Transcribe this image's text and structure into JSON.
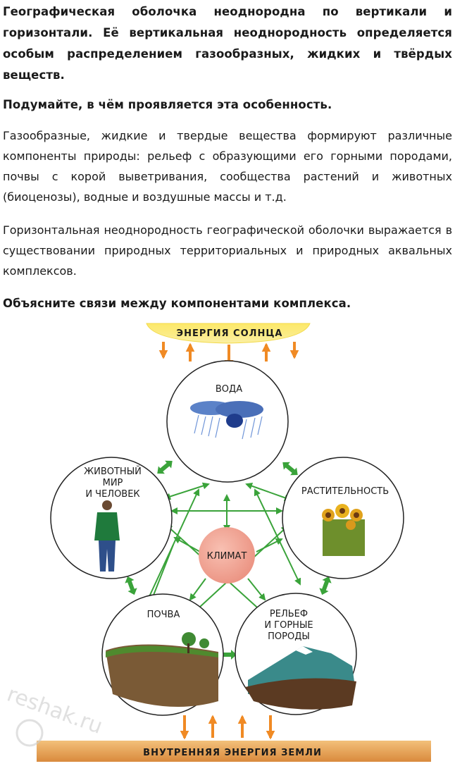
{
  "intro": "Географическая оболочка неоднородна по вертикали и горизонтали. Её вертикальная неоднородность определяется особым распределением газообразных, жидких и твёрдых веществ.",
  "question1": "Подумайте, в чём проявляется эта особенность.",
  "answer1": "Газообразные, жидкие и твердые вещества формируют различные компоненты природы: рельеф с образующими его горными породами, почвы с корой выветривания, сообщества растений и животных (биоценозы), водные и воздушные массы и т.д.",
  "answer2": "Горизонтальная неоднородность географической оболочки выражается в существовании природных территориальных и природных аквальных комплексов.",
  "question2": "Объясните связи между компонентами комплекса.",
  "diagram": {
    "sun_label": "ЭНЕРГИЯ СОЛНЦА",
    "earth_label": "ВНУТРЕННЯЯ ЭНЕРГИЯ ЗЕМЛИ",
    "water_label": "ВОДА",
    "animals_label_1": "ЖИВОТНЫЙ",
    "animals_label_2": "МИР",
    "animals_label_3": "И ЧЕЛОВЕК",
    "vegetation_label": "РАСТИТЕЛЬНОСТЬ",
    "climate_label": "КЛИМАТ",
    "soil_label": "ПОЧВА",
    "relief_label_1": "РЕЛЬЕФ",
    "relief_label_2": "И ГОРНЫЕ",
    "relief_label_3": "ПОРОДЫ",
    "colors": {
      "sun": "#f7e04a",
      "earth": "#e6a15a",
      "arrow": "#3aa33a",
      "orange_arrow": "#f08a24",
      "climate": "#f2a89a"
    }
  },
  "watermark": "reshak.ru"
}
